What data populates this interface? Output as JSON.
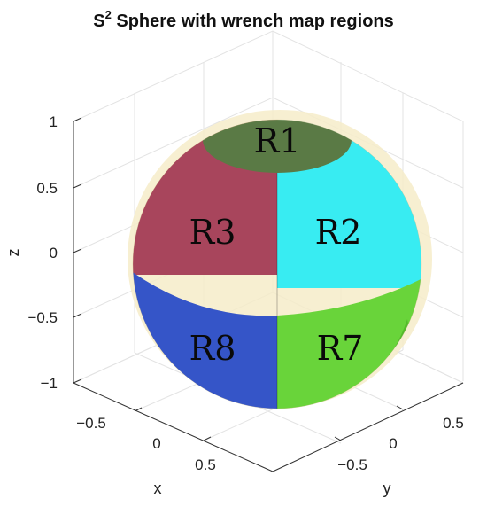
{
  "title": {
    "main": "S",
    "superscript": "2",
    "rest": " Sphere with wrench map regions"
  },
  "axes": {
    "z": {
      "label": "z",
      "ticks": [
        "1",
        "0.5",
        "0",
        "−0.5",
        "−1"
      ]
    },
    "x": {
      "label": "x",
      "ticks": [
        "−0.5",
        "0",
        "0.5"
      ]
    },
    "y": {
      "label": "y",
      "ticks": [
        "0.5",
        "0",
        "−0.5"
      ]
    }
  },
  "regions": [
    {
      "label": "R1",
      "color": "#5a7a45"
    },
    {
      "label": "R2",
      "color": "#38ecf2"
    },
    {
      "label": "R3",
      "color": "#a8455c"
    },
    {
      "label": "R7",
      "color": "#69d43a"
    },
    {
      "label": "R8",
      "color": "#3555c8"
    }
  ],
  "background_surface_color": "#f6ecc9"
}
